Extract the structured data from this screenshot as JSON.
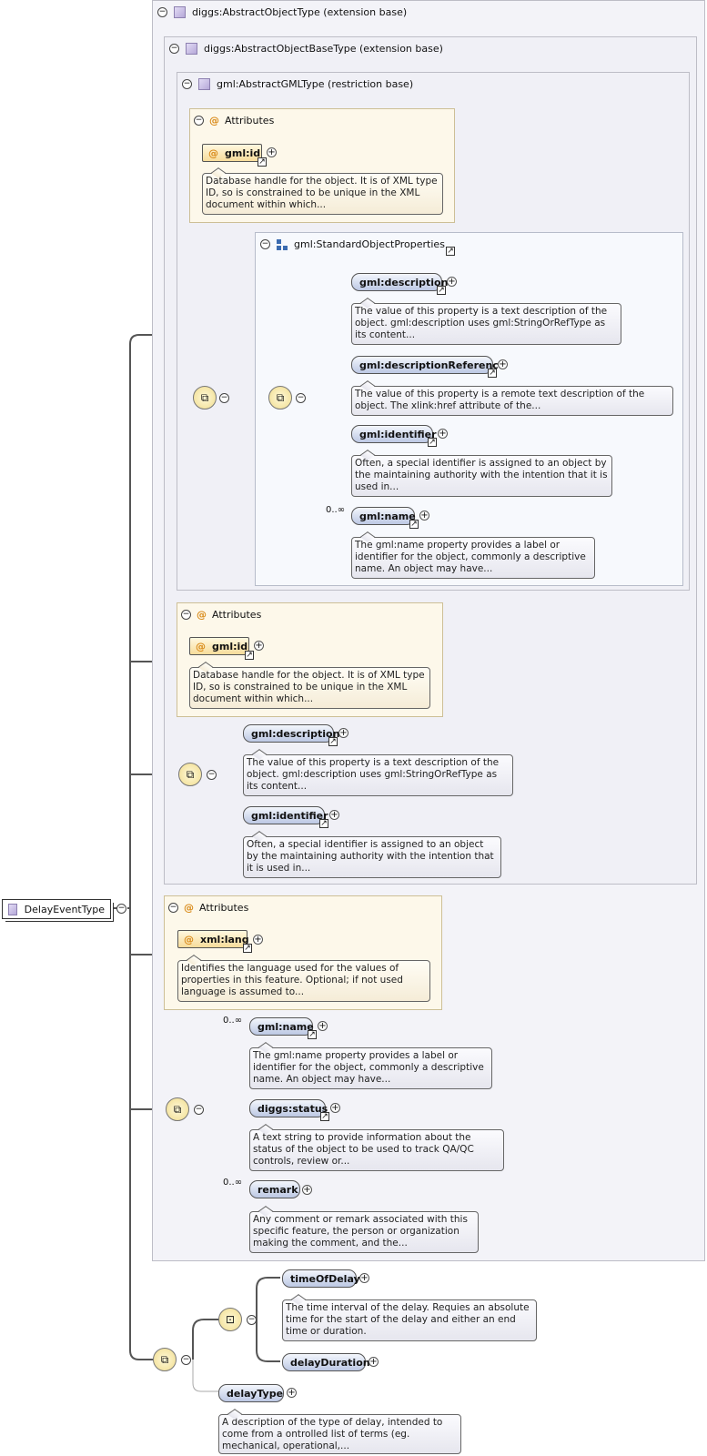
{
  "types": {
    "abstract_object": "diggs:AbstractObjectType (extension base)",
    "abstract_object_base": "diggs:AbstractObjectBaseType (extension base)",
    "abstract_gml": "gml:AbstractGMLType (restriction base)"
  },
  "root": {
    "name": "DelayEventType"
  },
  "attributes_label": "Attributes",
  "group": {
    "name": "gml:StandardObjectProperties"
  },
  "attrs": {
    "gml_id": {
      "name": "gml:id",
      "doc": "Database handle for the object. It is of XML type ID, so is constrained to be unique in the XML document within which..."
    },
    "xml_lang": {
      "name": "xml:lang",
      "doc": "Identifies the language used for the values of properties in this feature. Optional; if not used language is assumed to..."
    }
  },
  "elements": {
    "description": {
      "name": "gml:description",
      "doc": "The value of this property is a text description of the object. gml:description uses gml:StringOrRefType as its content..."
    },
    "description_reference": {
      "name": "gml:descriptionReference",
      "doc": "The value of this property is a remote text description of the object. The xlink:href attribute of the..."
    },
    "identifier": {
      "name": "gml:identifier",
      "doc": "Often, a special identifier is assigned to an object by the maintaining authority with the intention that it is used in..."
    },
    "name": {
      "name": "gml:name",
      "doc": "The gml:name property provides a label or identifier for the object, commonly a descriptive name. An object may have..."
    },
    "status": {
      "name": "diggs:status",
      "doc": "A text string to provide information about the status of the object to be used to track QA/QC controls, review or..."
    },
    "remark": {
      "name": "remark",
      "doc": "Any comment or remark associated with this specific feature, the person or organization making the comment, and the..."
    },
    "time_of_delay": {
      "name": "timeOfDelay",
      "doc": "The time interval of the delay. Requies an absolute time for the start of the delay and either an end time or duration."
    },
    "delay_duration": {
      "name": "delayDuration"
    },
    "delay_type": {
      "name": "delayType",
      "doc": "A description of the type of delay, intended to come from a ontrolled list of terms (eg. mechanical, operational,..."
    }
  },
  "occurrence": "0..∞"
}
